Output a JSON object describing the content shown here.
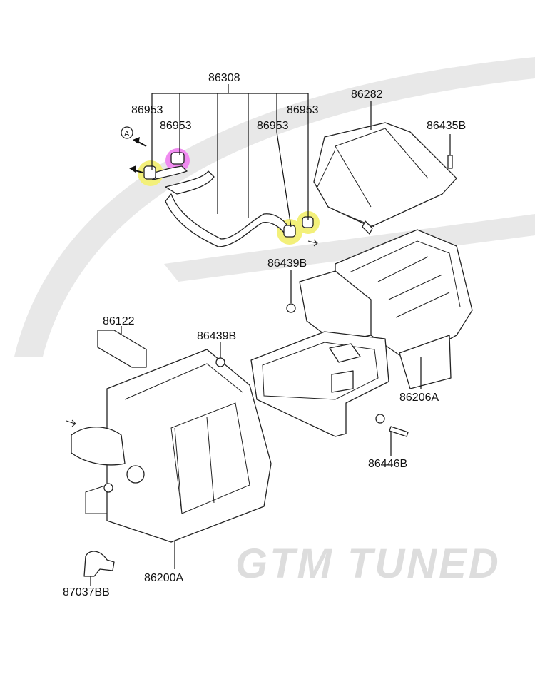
{
  "diagram": {
    "labels": {
      "p86308": "86308",
      "p86953_a": "86953",
      "p86953_b": "86953",
      "p86953_c": "86953",
      "p86953_d": "86953",
      "p86282": "86282",
      "p86435B": "86435B",
      "p86439B_top": "86439B",
      "p86122": "86122",
      "p86439B_mid": "86439B",
      "p86206A": "86206A",
      "p86446B": "86446B",
      "p86200A": "86200A",
      "p87037BB": "87037BB",
      "view_ref": "A"
    },
    "highlight_colors": {
      "yellow": "#f3f07a",
      "magenta": "#f08bf0"
    },
    "watermark": {
      "brand": "GTM TUNED",
      "color": "#d6d6d6"
    }
  }
}
